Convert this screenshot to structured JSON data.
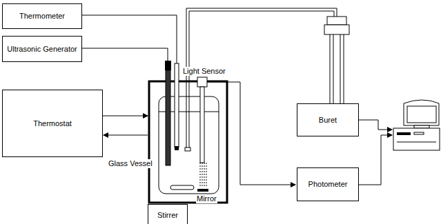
{
  "diagram": {
    "nodes": [
      {
        "text": [
          "Thermometer"
        ]
      },
      {
        "text": [
          "Ultrasonic Generator"
        ]
      },
      {
        "text": [
          "Thermostat"
        ]
      },
      {
        "text": [
          "Buret"
        ]
      },
      {
        "text": [
          "Photometer"
        ]
      },
      {
        "text": [
          "Stirrer"
        ]
      }
    ],
    "labels": [
      "Light Sensor",
      "Glass Vessel",
      "Mirror"
    ]
  }
}
